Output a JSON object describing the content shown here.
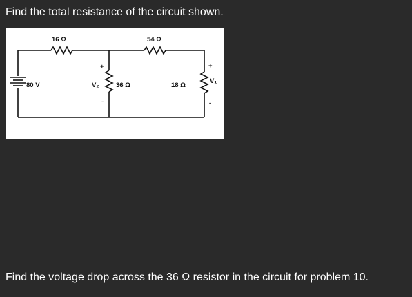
{
  "questions": {
    "q1": "Find the total resistance of the circuit shown.",
    "q2": "Find the voltage drop across the 36 Ω resistor in the circuit for problem 10."
  },
  "circuit": {
    "r1_label": "16 Ω",
    "r2_label": "54 Ω",
    "r3_label": "36 Ω",
    "r4_label": "18 Ω",
    "source_label": "80 V",
    "v2_label": "V₂",
    "v1_label": "V₁",
    "plus_sign": "+",
    "minus_sign": "-"
  },
  "colors": {
    "page_background": "#2a2a2a",
    "text": "#ffffff",
    "figure_background": "#ffffff",
    "ink": "#111111"
  }
}
